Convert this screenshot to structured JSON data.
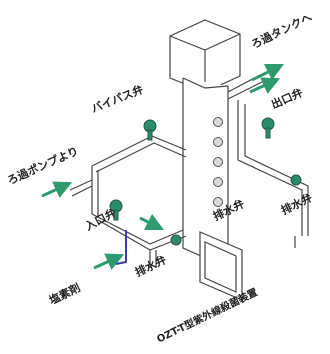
{
  "labels": {
    "filter_pump_from": "ろ過ポンプより",
    "bypass_valve": "バイパス弁",
    "filter_tank": "ろ過タンクへ",
    "outlet_valve": "出口弁",
    "inlet_valve": "入口弁",
    "drain_valve_left": "排水弁",
    "drain_valve_center": "排水弁",
    "drain_valve_right": "排水弁",
    "salt_agent": "塩素剤",
    "device_name": "OZT-T型紫外線殺菌装置"
  },
  "colors": {
    "line": "#444444",
    "pipe_fill": "#ffffff",
    "valve_body": "#2e8b6a",
    "flow_arrow": "#2e9a6e",
    "salt_line": "#3a3fa6",
    "lamp": "#d9d9d9"
  }
}
